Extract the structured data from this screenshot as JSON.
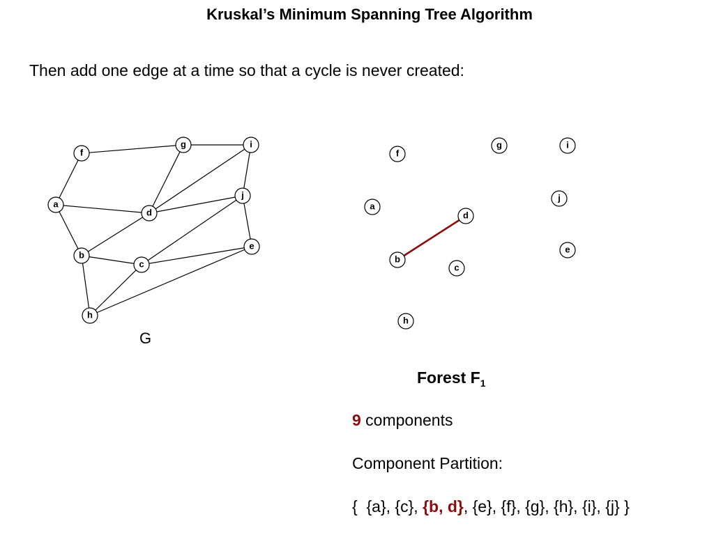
{
  "title": "Kruskal’s Minimum Spanning Tree Algorithm",
  "subtitle": "Then add one edge at a time so that a cycle is never created:",
  "colors": {
    "highlight": "#8b0d0d",
    "edge": "#000000"
  },
  "graph": {
    "label": "G",
    "nodes": [
      "f",
      "g",
      "i",
      "a",
      "d",
      "j",
      "b",
      "c",
      "e",
      "h"
    ],
    "edges": [
      [
        "f",
        "g"
      ],
      [
        "g",
        "i"
      ],
      [
        "f",
        "a"
      ],
      [
        "a",
        "d"
      ],
      [
        "a",
        "b"
      ],
      [
        "g",
        "d"
      ],
      [
        "i",
        "d"
      ],
      [
        "i",
        "j"
      ],
      [
        "d",
        "j"
      ],
      [
        "d",
        "b"
      ],
      [
        "b",
        "c"
      ],
      [
        "b",
        "h"
      ],
      [
        "c",
        "j"
      ],
      [
        "c",
        "e"
      ],
      [
        "c",
        "h"
      ],
      [
        "h",
        "e"
      ],
      [
        "j",
        "e"
      ]
    ]
  },
  "forest": {
    "label": "Forest F",
    "label_sub": "1",
    "nodes": [
      "f",
      "g",
      "i",
      "a",
      "d",
      "j",
      "b",
      "c",
      "e",
      "h"
    ],
    "edges": [
      [
        "b",
        "d"
      ]
    ]
  },
  "components": {
    "count": "9",
    "text": " components"
  },
  "partition_label": "Component Partition:",
  "partition": {
    "open": "{  ",
    "before": "{a}, {c}, ",
    "highlight": "{b, d}",
    "after": ", {e}, {f}, {g}, {h}, {i}, {j} }"
  }
}
